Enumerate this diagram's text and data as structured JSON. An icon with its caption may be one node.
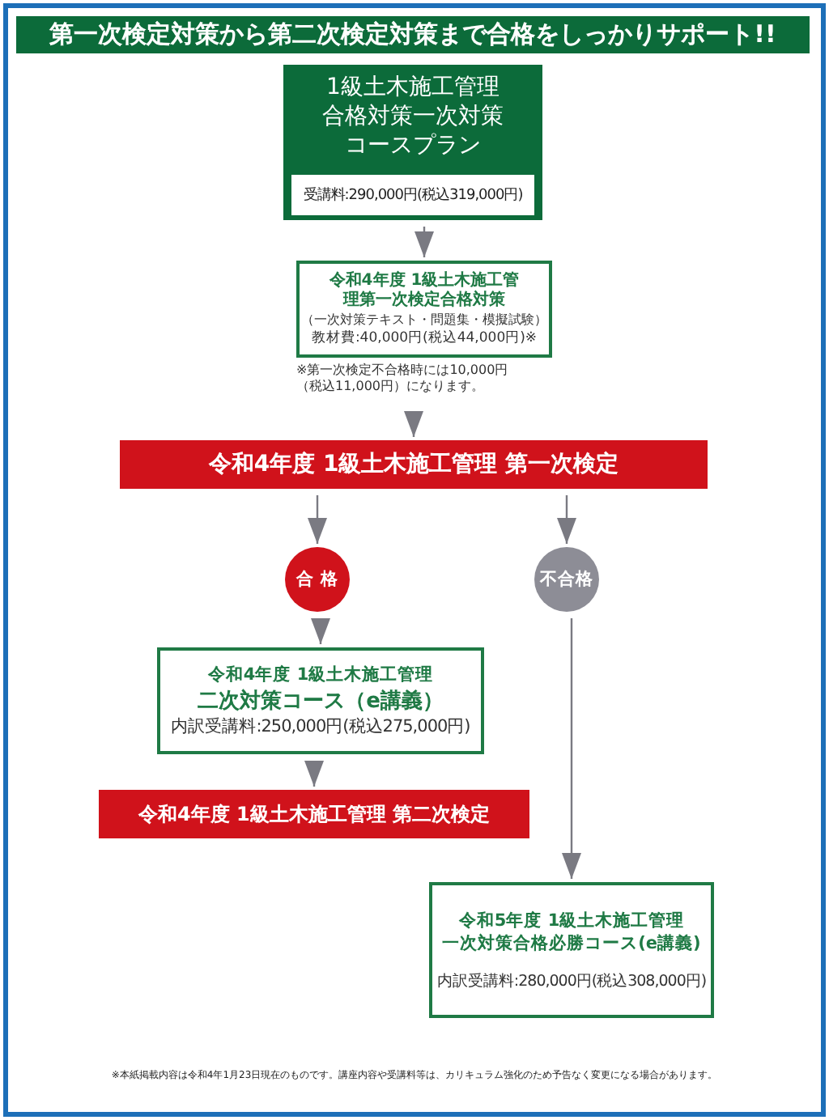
{
  "diagram": {
    "title": "第一次検定対策から第二次検定対策まで合格をしっかりサポート!!",
    "nodes": [
      {
        "text": [
          "1級土木施工管理合格対策一次対策コースプラン",
          "受講料:290,000円(税込319,000円)"
        ]
      },
      {
        "text": [
          "令和4年度 1級土木施工管理第一次検定合格対策",
          "（一次対策テキスト・問題集・模擬試験）",
          "教材費:40,000円(税込44,000円)※"
        ],
        "beside": [
          "※第一次検定不合格時には10,000円（税込11,000円）になります。"
        ]
      },
      {
        "text": [
          "令和4年度 1級土木施工管理 第一次検定"
        ]
      },
      {
        "text": [
          "合 格"
        ]
      },
      {
        "text": [
          "不合格"
        ]
      },
      {
        "text": [
          "令和4年度 1級土木施工管理",
          "二次対策コース（e講義）",
          "内訳受講料:250,000円(税込275,000円)"
        ]
      },
      {
        "text": [
          "令和4年度 1級土木施工管理 第二次検定"
        ]
      },
      {
        "text": [
          "令和5年度 1級土木施工管理",
          "一次対策合格必勝コース(e講義)",
          "内訳受講料:280,000円(税込308,000円)"
        ]
      }
    ],
    "edges": [
      {
        "from": 0,
        "to": 1,
        "arrow": "to"
      },
      {
        "from": 1,
        "to": 2,
        "arrow": "to"
      },
      {
        "from": 2,
        "to": 3,
        "arrow": "to"
      },
      {
        "from": 2,
        "to": 4,
        "arrow": "to"
      },
      {
        "from": 3,
        "to": 5,
        "arrow": "to"
      },
      {
        "from": 5,
        "to": 6,
        "arrow": "to"
      },
      {
        "from": 4,
        "to": 7,
        "arrow": "to"
      }
    ],
    "labels": [
      "※本紙掲載内容は令和4年1月23日現在のものです。講座内容や受講料等は、カリキュラム強化のため予告なく変更になる場合があります。"
    ]
  }
}
